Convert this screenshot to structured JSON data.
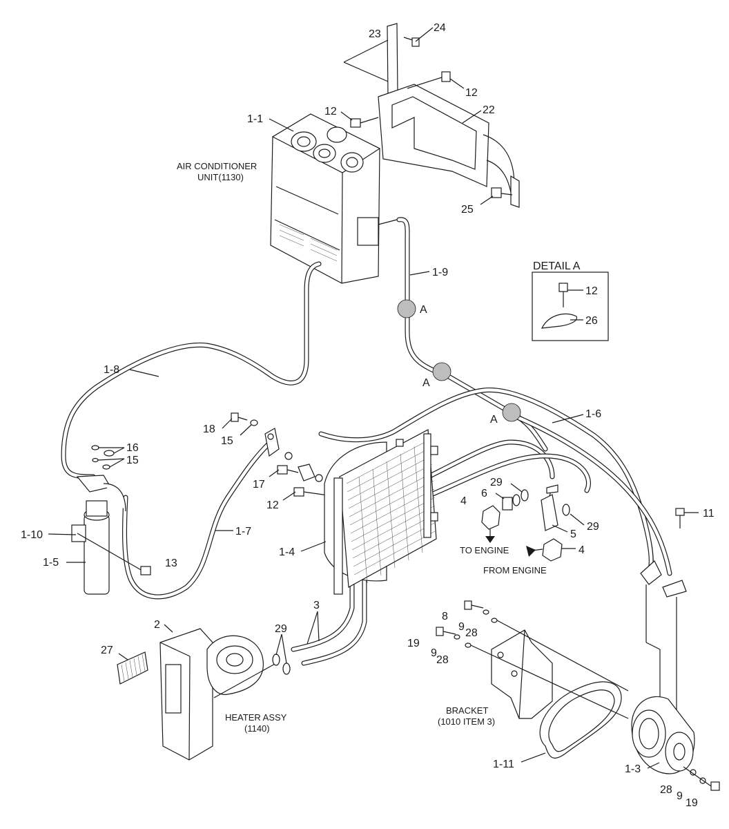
{
  "labels": {
    "ac_unit_num": "1-1",
    "ac_unit_name_1": "AIR CONDITIONER",
    "ac_unit_name_2": "UNIT(1130)",
    "n23": "23",
    "n24": "24",
    "n12_top": "12",
    "n12_left": "12",
    "n22": "22",
    "n25": "25",
    "n19_hose": "1-9",
    "detail_title": "DETAIL  A",
    "detail_12": "12",
    "detail_26": "26",
    "detail_A1": "A",
    "detail_A2": "A",
    "detail_A3": "A",
    "n18_hose": "1-8",
    "n16_hose": "1-6",
    "n18": "18",
    "n15_a": "15",
    "n16": "16",
    "n15_b": "15",
    "n17": "17",
    "n12_mid": "12",
    "n110": "1-10",
    "n15_hose": "1-5",
    "n17_hose": "1-7",
    "n13": "13",
    "n14_hose": "1-4",
    "n29_a": "29",
    "n6": "6",
    "n4_a": "4",
    "n29_b": "29",
    "n5": "5",
    "n4_b": "4",
    "to_engine": "TO ENGINE",
    "from_engine": "FROM ENGINE",
    "n11": "11",
    "n2": "2",
    "n27": "27",
    "n3": "3",
    "n29_c": "29",
    "heater_1": "HEATER ASSY",
    "heater_2": "(1140)",
    "n8": "8",
    "n9_a": "9",
    "n28_a": "28",
    "n19_a": "19",
    "n9_b": "9",
    "n28_b": "28",
    "bracket_1": "BRACKET",
    "bracket_2": "(1010 ITEM 3)",
    "n111": "1-11",
    "n13_comp": "1-3",
    "n28_c": "28",
    "n9_c": "9",
    "n19_b": "19"
  }
}
